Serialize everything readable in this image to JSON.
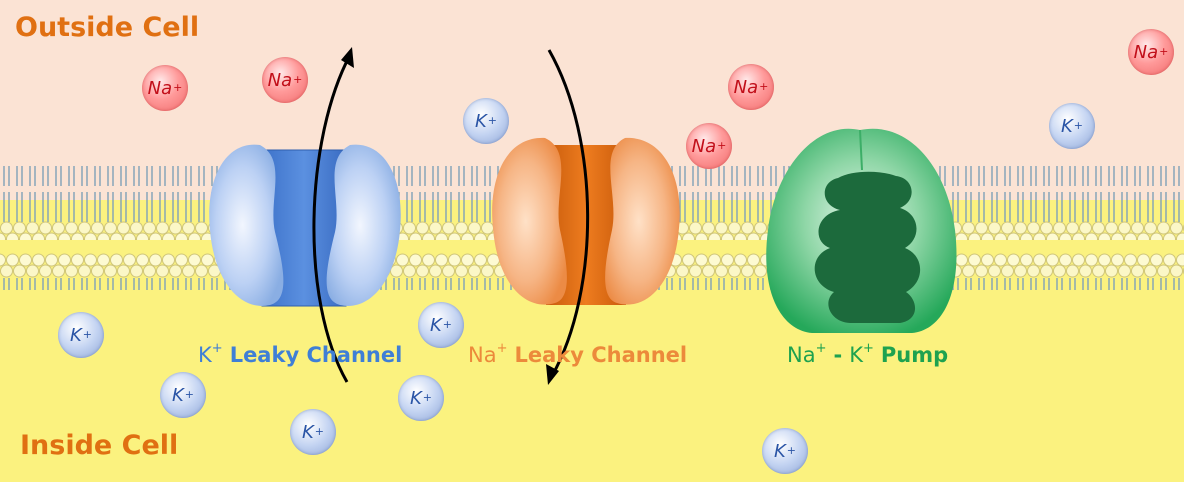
{
  "labels": {
    "outside": "Outside Cell",
    "inside": "Inside Cell"
  },
  "ion_text": {
    "na": "Na",
    "k": "K",
    "plus": "+"
  },
  "ions": [
    {
      "type": "na"
    },
    {
      "type": "na"
    },
    {
      "type": "na"
    },
    {
      "type": "na"
    },
    {
      "type": "na"
    },
    {
      "type": "k"
    },
    {
      "type": "k"
    },
    {
      "type": "k"
    },
    {
      "type": "k"
    },
    {
      "type": "k"
    },
    {
      "type": "k"
    },
    {
      "type": "k"
    },
    {
      "type": "k"
    }
  ],
  "captions": {
    "k_channel": {
      "ion": "K",
      "plus": "+",
      "text": "Leaky Channel"
    },
    "na_channel": {
      "ion": "Na",
      "plus": "+",
      "text": "Leaky Channel"
    },
    "pump": {
      "ion1": "Na",
      "plus1": "+",
      "dash": "-",
      "ion2": "K",
      "plus2": "+",
      "text": "Pump"
    }
  },
  "colors": {
    "outside_bg": "#fbe3d4",
    "inside_bg": "#fbf27f",
    "label": "#e07012",
    "k_channel": "#3f7fd6",
    "na_channel": "#ec8a3b",
    "pump": "#1ea24f"
  }
}
